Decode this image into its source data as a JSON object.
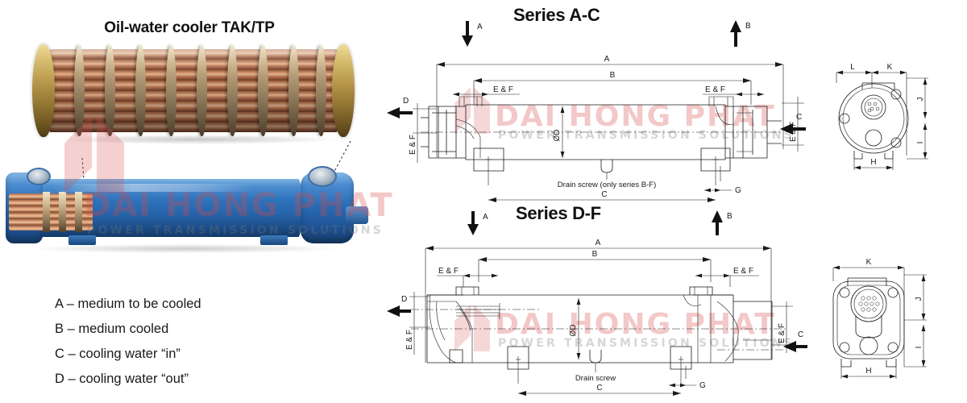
{
  "product": {
    "title": "Oil-water cooler TAK/TP",
    "photo_top_name": "tube-bundle-photo",
    "photo_bottom_name": "assembled-cooler-photo"
  },
  "legend": {
    "items": [
      "A – medium to be cooled",
      "B – medium cooled",
      "C – cooling water “in”",
      "D – cooling water “out”"
    ]
  },
  "watermark": {
    "main": "DAI HONG PHAT",
    "sub": "POWER TRANSMISSION SOLUTIONS",
    "main_color": "#d64a4a",
    "sub_color": "#787878"
  },
  "diagrams": [
    {
      "id": "series-ac",
      "title": "Series A-C",
      "note": "Drain screw (only series B-F)",
      "flow_arrows": [
        {
          "label": "A",
          "direction": "down",
          "position": "top-left"
        },
        {
          "label": "B",
          "direction": "up",
          "position": "top-right"
        },
        {
          "label": "D",
          "direction": "left",
          "position": "mid-left"
        },
        {
          "label": "C",
          "direction": "left",
          "position": "mid-right"
        }
      ],
      "dimensions": {
        "horizontal": [
          "A",
          "B",
          "C",
          "G"
        ],
        "repeated": [
          "E & F"
        ],
        "diameter": "ØD",
        "end_view": [
          "L",
          "K",
          "H",
          "J",
          "I"
        ]
      }
    },
    {
      "id": "series-df",
      "title": "Series D-F",
      "note": "Drain screw",
      "flow_arrows": [
        {
          "label": "A",
          "direction": "down",
          "position": "top-left"
        },
        {
          "label": "B",
          "direction": "up",
          "position": "top-right"
        },
        {
          "label": "D",
          "direction": "left",
          "position": "mid-left"
        },
        {
          "label": "C",
          "direction": "left",
          "position": "mid-right"
        }
      ],
      "dimensions": {
        "horizontal": [
          "A",
          "B",
          "C",
          "G"
        ],
        "repeated": [
          "E & F"
        ],
        "diameter": "ØD",
        "end_view": [
          "K",
          "H",
          "J",
          "I"
        ]
      }
    }
  ],
  "labels": {
    "A": "A",
    "B": "B",
    "C": "C",
    "D": "D",
    "G": "G",
    "H": "H",
    "I": "I",
    "J": "J",
    "K": "K",
    "L": "L",
    "EF": "E & F",
    "phiD": "ØD"
  }
}
